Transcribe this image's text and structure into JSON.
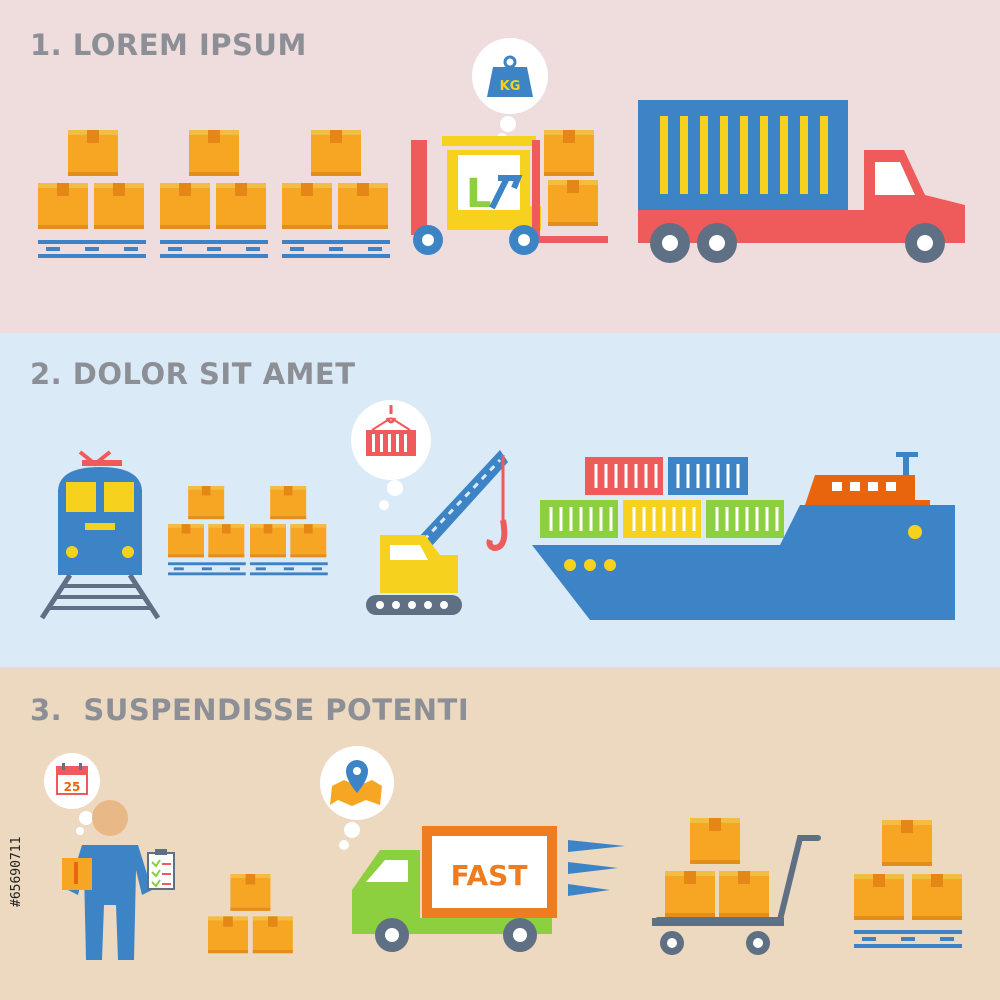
{
  "sections": [
    {
      "title": "1. LOREM IPSUM"
    },
    {
      "title": "2. DOLOR SIT AMET"
    },
    {
      "title": "3.  SUSPENDISSE POTENTI"
    }
  ],
  "labels": {
    "weight_unit": "KG",
    "calendar_day": "25",
    "van_sign": "FAST",
    "forklift_letter": "L"
  },
  "stock_id": "#65690711",
  "colors": {
    "band_1": "#efdcdd",
    "band_2": "#dbeaf7",
    "band_3": "#ecd9bf",
    "box_orange": "#f6a623",
    "truck_red": "#ee5b5a",
    "container_blue": "#3d84c6",
    "van_green": "#8ccf3f",
    "crane_yellow": "#f6d21f",
    "wheel_gray": "#5f6f84",
    "heading_gray": "#8d8f96"
  },
  "icons": [
    "box-icon",
    "pallet-icon",
    "forklift-icon",
    "weight-icon",
    "truck-icon",
    "train-icon",
    "crane-icon",
    "cargo-container-icon",
    "cargo-ship-icon",
    "calendar-icon",
    "worker-icon",
    "clipboard-icon",
    "map-pin-icon",
    "delivery-van-icon",
    "hand-cart-icon"
  ]
}
